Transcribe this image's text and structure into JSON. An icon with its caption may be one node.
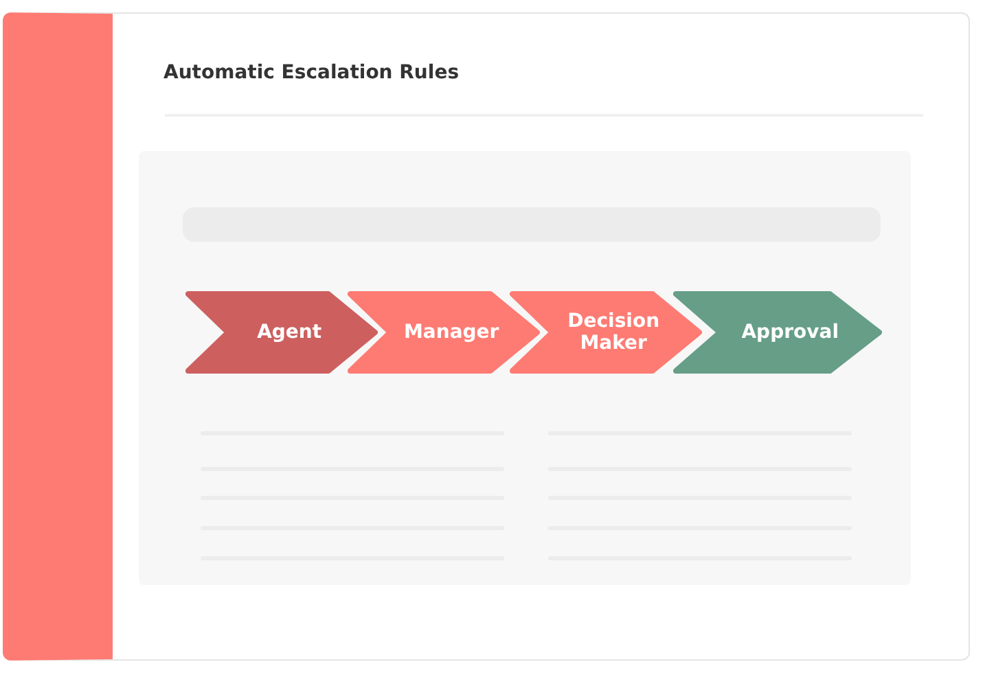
{
  "diagram": {
    "title": "Automatic Escalation Rules",
    "nodes": [
      {
        "text": [
          "Agent"
        ]
      },
      {
        "text": [
          "Manager"
        ]
      },
      {
        "text": [
          "Decision Maker"
        ]
      },
      {
        "text": [
          "Approval"
        ]
      }
    ]
  }
}
